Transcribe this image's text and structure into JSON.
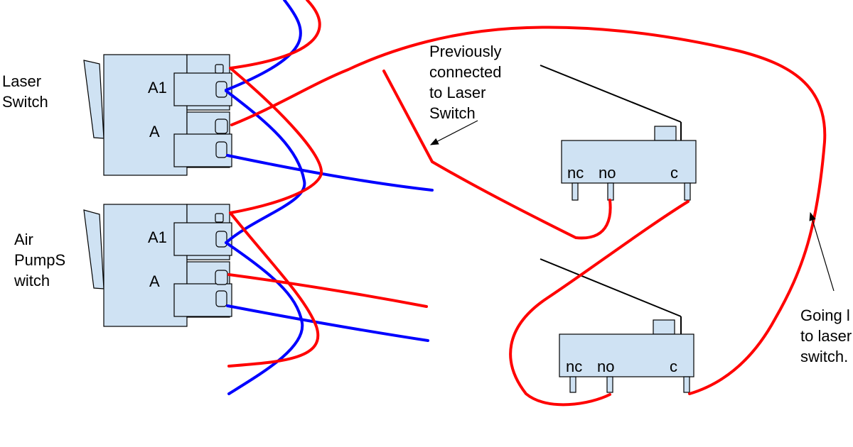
{
  "labels": {
    "laser_switch": [
      "Laser",
      "Switch"
    ],
    "air_pump_switch": [
      "Air",
      "PumpS",
      "witch"
    ],
    "previously_connected": [
      "Previously",
      "connected",
      "to Laser",
      "Switch"
    ],
    "going_to_laser": [
      "Going l",
      "to laser",
      "switch."
    ]
  },
  "contactor_top": {
    "label_a1": "A1",
    "label_a": "A"
  },
  "contactor_bottom": {
    "label_a1": "A1",
    "label_a": "A"
  },
  "microswitch_top": {
    "nc": "nc",
    "no": "no",
    "c": "c"
  },
  "microswitch_bottom": {
    "nc": "nc",
    "no": "no",
    "c": "c"
  },
  "colors": {
    "red_wire": "#ff0000",
    "blue_wire": "#0000ff",
    "body_fill": "#cfe2f3",
    "outline": "#000000"
  }
}
